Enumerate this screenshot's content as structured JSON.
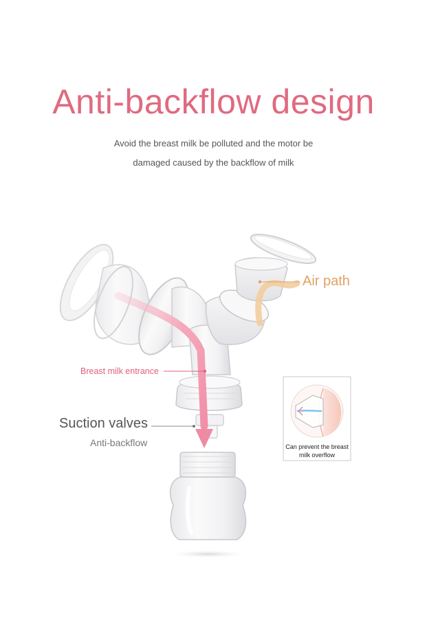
{
  "header": {
    "title": "Anti-backflow design",
    "subtitle_line1": "Avoid the breast milk be polluted and the motor be",
    "subtitle_line2": "damaged caused by the backflow of milk"
  },
  "labels": {
    "air_path": "Air path",
    "breast_milk_entrance": "Breast milk entrance",
    "suction_valves": "Suction valves",
    "anti_backflow": "Anti-backflow"
  },
  "inset": {
    "caption": "Can prevent the breast milk overflow"
  },
  "colors": {
    "title_pink": "#e06a80",
    "label_pink": "#e0607a",
    "air_orange": "#e2a062",
    "flow_pink": "#f4a7b9",
    "text_gray": "#555555"
  }
}
